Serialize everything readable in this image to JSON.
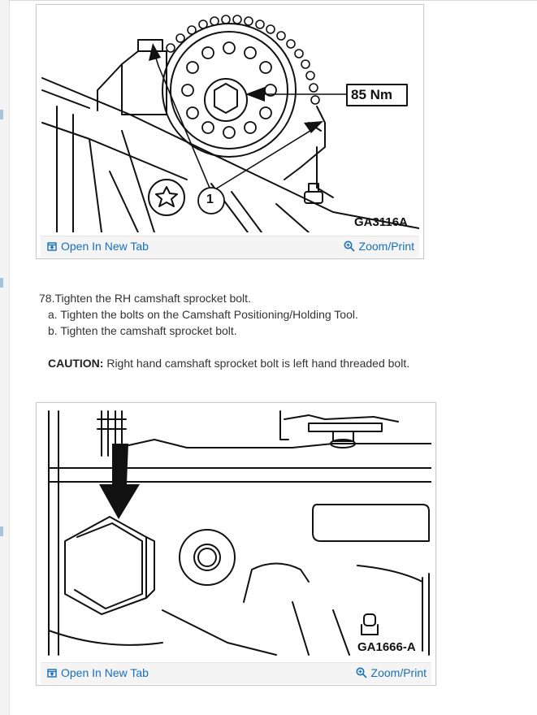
{
  "figure1": {
    "code": "GA3116A",
    "torque_callout": "85 Nm",
    "item_callout": "1",
    "open_label": "Open In New Tab",
    "zoom_label": "Zoom/Print"
  },
  "step": {
    "text": "78.Tighten the RH camshaft sprocket bolt.",
    "sub_a": "a. Tighten the bolts on the Camshaft Positioning/Holding Tool.",
    "sub_b": "b. Tighten the camshaft sprocket bolt.",
    "caution_label": "CAUTION:",
    "caution_text": "Right hand camshaft sprocket bolt is left hand threaded bolt."
  },
  "figure2": {
    "code": "GA1666-A",
    "open_label": "Open In New Tab",
    "zoom_label": "Zoom/Print"
  },
  "icons": {
    "open": "open-in-new-tab-icon",
    "zoom": "magnifier-icon"
  },
  "colors": {
    "link": "#1a6fb5",
    "text": "#333333"
  }
}
